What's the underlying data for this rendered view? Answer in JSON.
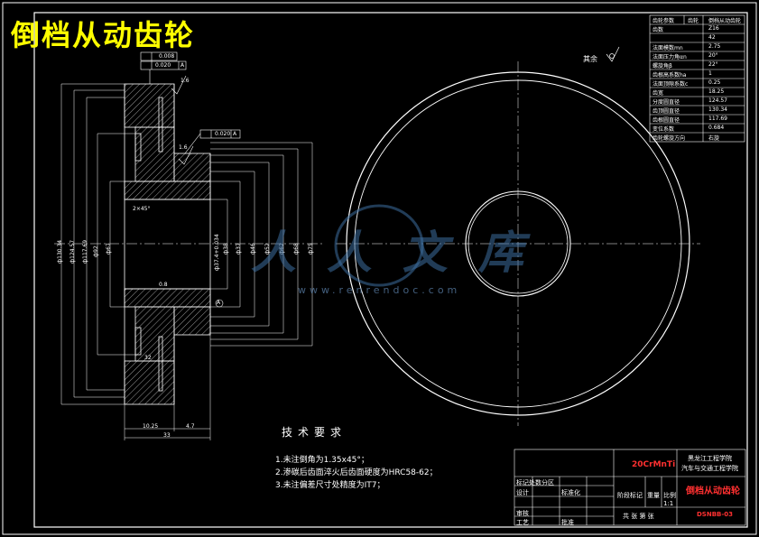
{
  "title": "倒档从动齿轮",
  "params": {
    "rows": [
      [
        "齿轮参数",
        "齿轮",
        "倒档从动齿轮"
      ],
      [
        "齿数",
        "",
        "Z16"
      ],
      [
        "",
        "",
        "42"
      ],
      [
        "法面模数mn",
        "",
        "2.75"
      ],
      [
        "法面压力角αn",
        "",
        "20°"
      ],
      [
        "螺旋角β",
        "",
        "22°"
      ],
      [
        "齿根高系数ha",
        "",
        "1"
      ],
      [
        "法面顶隙系数c",
        "",
        "0.25"
      ],
      [
        "齿宽",
        "",
        "18.25"
      ],
      [
        "分度圆直径",
        "",
        "124.57"
      ],
      [
        "齿顶圆直径",
        "",
        "130.34"
      ],
      [
        "齿根圆直径",
        "",
        "117.69"
      ],
      [
        "变位系数",
        "",
        "0.684"
      ],
      [
        "齿轮螺旋方向",
        "",
        "右旋"
      ]
    ]
  },
  "surface_note": "其余",
  "left_view": {
    "tol_box_1": "0.008",
    "tol_box_2": "0.020",
    "tol_ref_1": "A",
    "tol_box_3": "0.020",
    "tol_ref_3": "A",
    "roughness_1": "1.6",
    "roughness_2": "1.6",
    "roughness_3": "0.8",
    "chamfer": "2×45°",
    "datum": "A",
    "dim_bottom_1": "10.25",
    "dim_bottom_2": "33",
    "dim_bottom_3": "4.7",
    "dim_small": "32",
    "diameters_left": [
      "ф130.34",
      "ф124.57",
      "ф117.69",
      "ф92",
      "ф67"
    ],
    "diameters_right": [
      "ф38",
      "ф37",
      "ф46",
      "ф52",
      "ф62",
      "ф68",
      "ф75"
    ],
    "bore": "ф37.4+0.034"
  },
  "tech": {
    "title": "技术要求",
    "notes": [
      "1.未注倒角为1.35x45°；",
      "2.渗碳后齿面淬火后齿面硬度为HRC58-62；",
      "3.未注偏差尺寸处精度为IT7；"
    ]
  },
  "title_block": {
    "material": "20CrMnTi",
    "school_1": "黑龙江工程学院",
    "school_2": "汽车与交通工程学院",
    "part_name": "倒档从动齿轮",
    "drawing_no": "DSNBB-03",
    "stage": "阶段标记",
    "weight": "重量",
    "ratio": "比例",
    "sheet": "共 张 第 张",
    "marks": "标记处数分区",
    "design": "设计",
    "review": "审核",
    "process": "工艺",
    "std": "标准化",
    "approve": "批准",
    "ratio_value": "1:1"
  },
  "watermark": {
    "text": "人人文库",
    "url": "www.renrendoc.com"
  },
  "colors": {
    "background": "#000000",
    "line": "#ffffff",
    "title": "#ffff00",
    "accent_red": "#ff3030",
    "watermark": "#3d6e9e"
  }
}
